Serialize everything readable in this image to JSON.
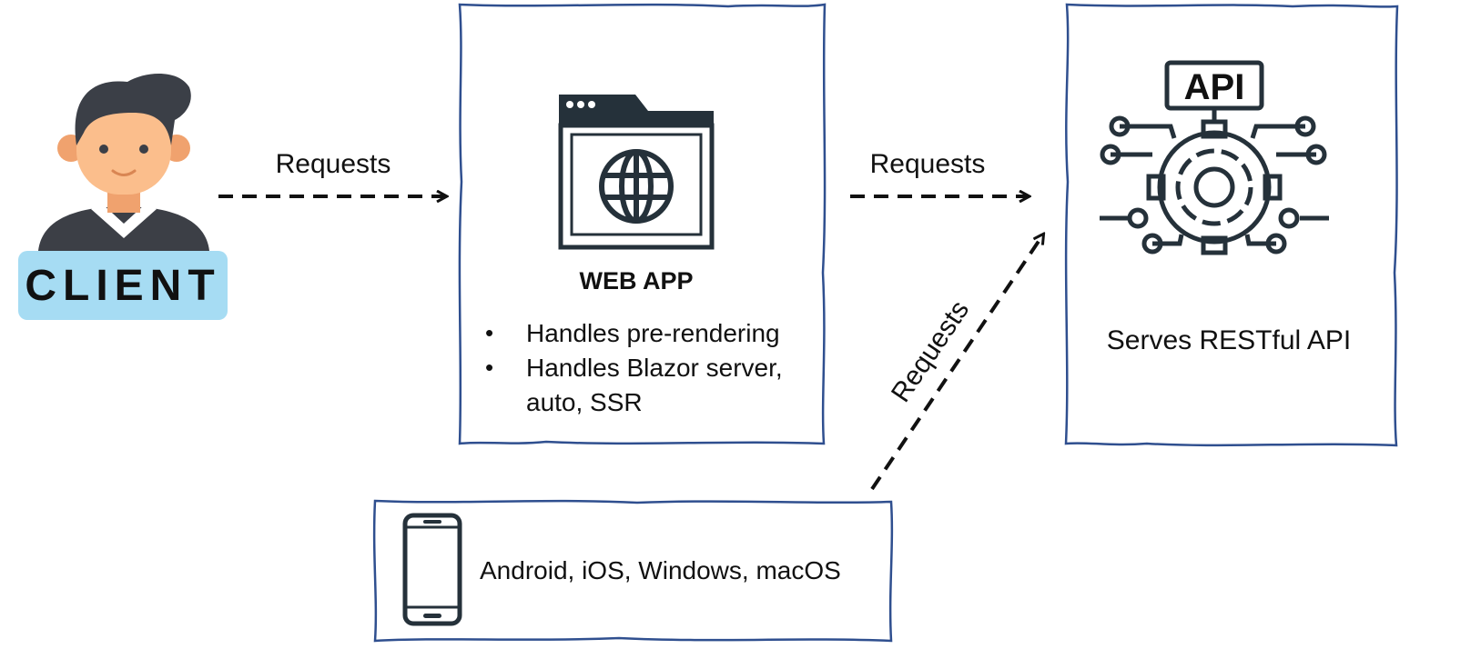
{
  "client": {
    "badge": "CLIENT"
  },
  "edges": {
    "client_to_web": "Requests",
    "web_to_api": "Requests",
    "devices_to_api": "Requests"
  },
  "web_app": {
    "title": "WEB APP",
    "bullets": [
      {
        "marker": "•",
        "lines": [
          "Handles pre-rendering"
        ]
      },
      {
        "marker": "•",
        "lines": [
          "Handles Blazor server,",
          "auto, SSR"
        ]
      }
    ]
  },
  "api": {
    "badge": "API",
    "caption": "Serves RESTful API"
  },
  "devices": {
    "label": "Android, iOS, Windows, macOS"
  },
  "colors": {
    "box_border": "#2f4f8f",
    "icon_dark": "#25313a",
    "arrow": "#111111",
    "client_hair": "#3b3f47",
    "client_skin": "#fbbe8c",
    "client_skin_shade": "#f0a26e",
    "client_shirt": "#3c3f46",
    "client_collar": "#ffffff",
    "client_badge": "#a6dcf3",
    "client_badge_text": "#2d333b"
  }
}
